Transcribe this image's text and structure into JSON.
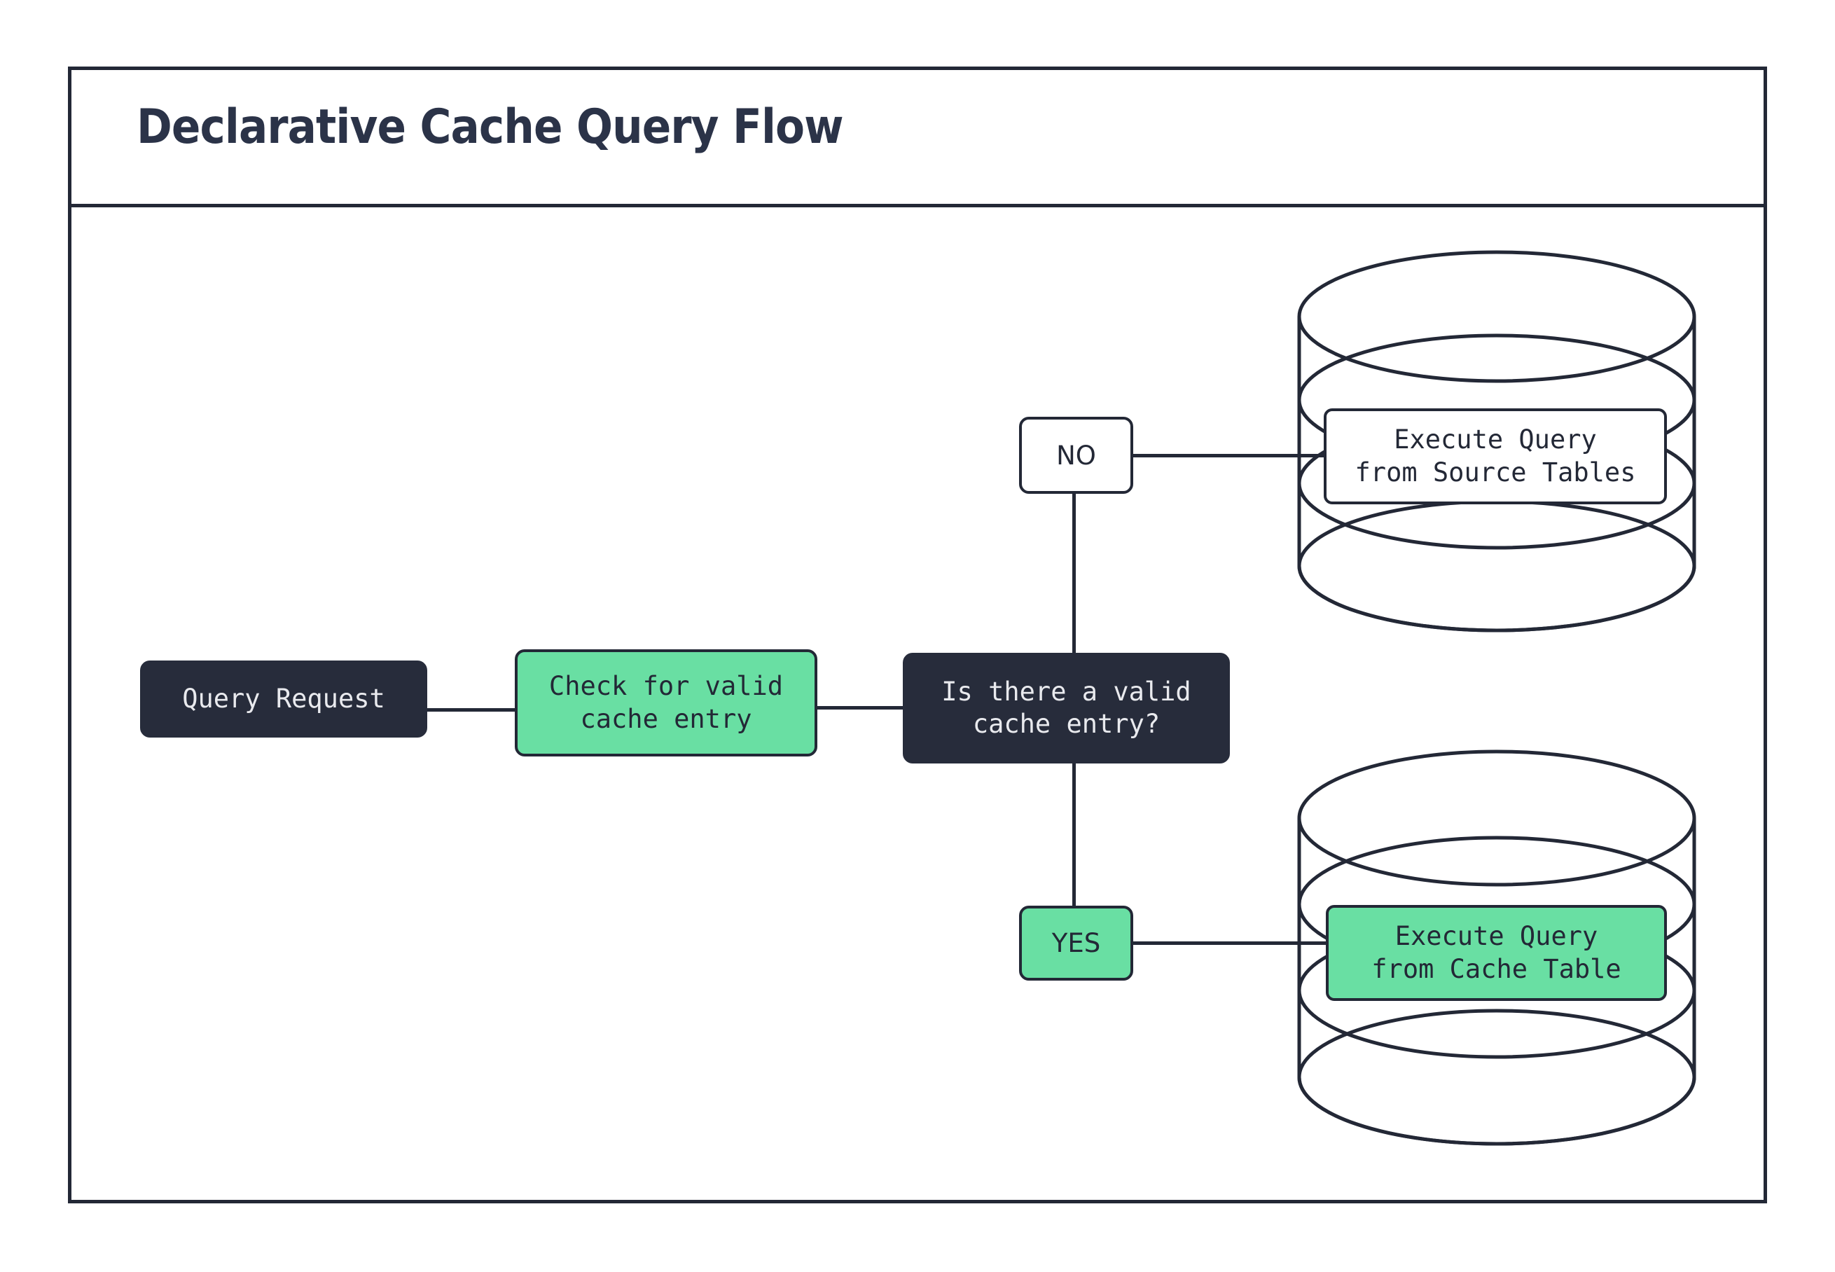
{
  "diagram": {
    "title": "Declarative Cache Query Flow",
    "colors": {
      "dark": "#232836",
      "green": "#69dfa3",
      "white": "#ffffff",
      "text_light": "#e9eaee"
    },
    "nodes": {
      "query_request": "Query Request",
      "check_cache": "Check for valid\ncache entry",
      "decision": "Is there a valid\ncache entry?",
      "execute_source": "Execute Query\nfrom Source Tables",
      "execute_cache": "Execute Query\nfrom Cache Table"
    },
    "branch_labels": {
      "no": "NO",
      "yes": "YES"
    },
    "shapes": {
      "source_store": "database-cylinder",
      "cache_store": "database-cylinder"
    }
  }
}
